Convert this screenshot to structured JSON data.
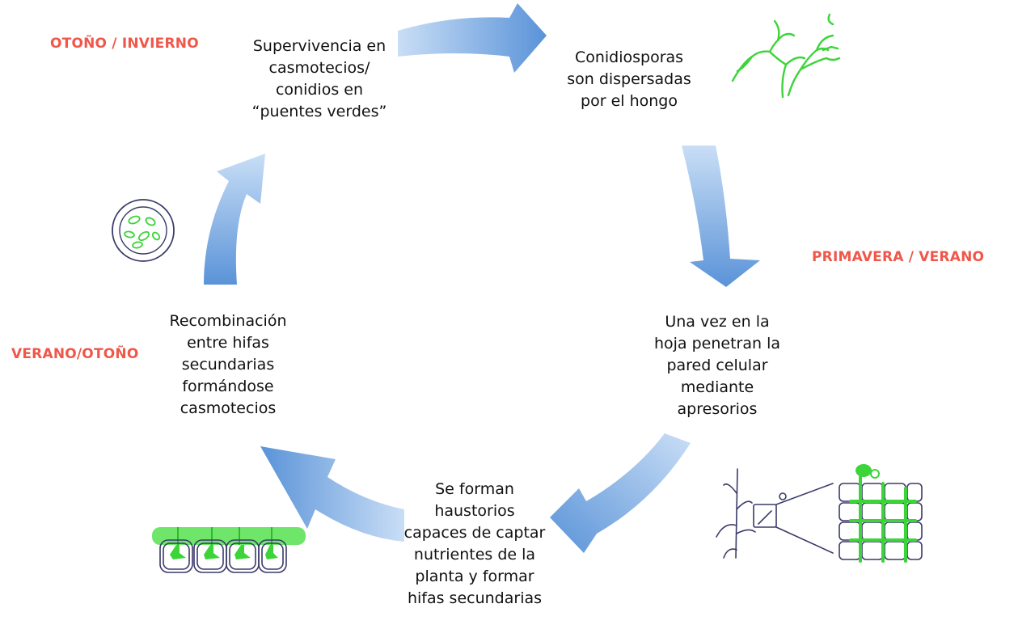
{
  "colors": {
    "season_label": "#f0574a",
    "arrow_light": "#c6ddf6",
    "arrow_dark": "#5590d8",
    "sketch_green": "#3dd43a",
    "sketch_ink": "#3a3a6a"
  },
  "seasons": {
    "autumn_winter": "OTOÑO / INVIERNO",
    "spring_summer": "PRIMAVERA / VERANO",
    "summer_autumn": "VERANO/OTOÑO"
  },
  "steps": {
    "survival": [
      "Supervivencia  en",
      "casmotecios/",
      "conidios en",
      "“puentes verdes”"
    ],
    "dispersal": [
      "Conidiosporas",
      "son dispersadas",
      "por el hongo"
    ],
    "penetration": [
      "Una vez en la",
      "hoja penetran la",
      "pared celular",
      "mediante",
      "apresorios"
    ],
    "haustoria": [
      "Se forman",
      "haustorios",
      "capaces de captar",
      "nutrientes de la",
      "planta y formar",
      "hifas secundarias"
    ],
    "recombination": [
      "Recombinación",
      "entre hifas",
      "secundarias",
      "formándose",
      "casmotecios"
    ]
  },
  "icons": {
    "conidiophore": "conidiophore-sketch-icon",
    "cleistothecium": "cleistothecium-sketch-icon",
    "leaf_cells": "leaf-cells-sketch-icon",
    "hyphae": "hyphae-haustoria-sketch-icon"
  }
}
